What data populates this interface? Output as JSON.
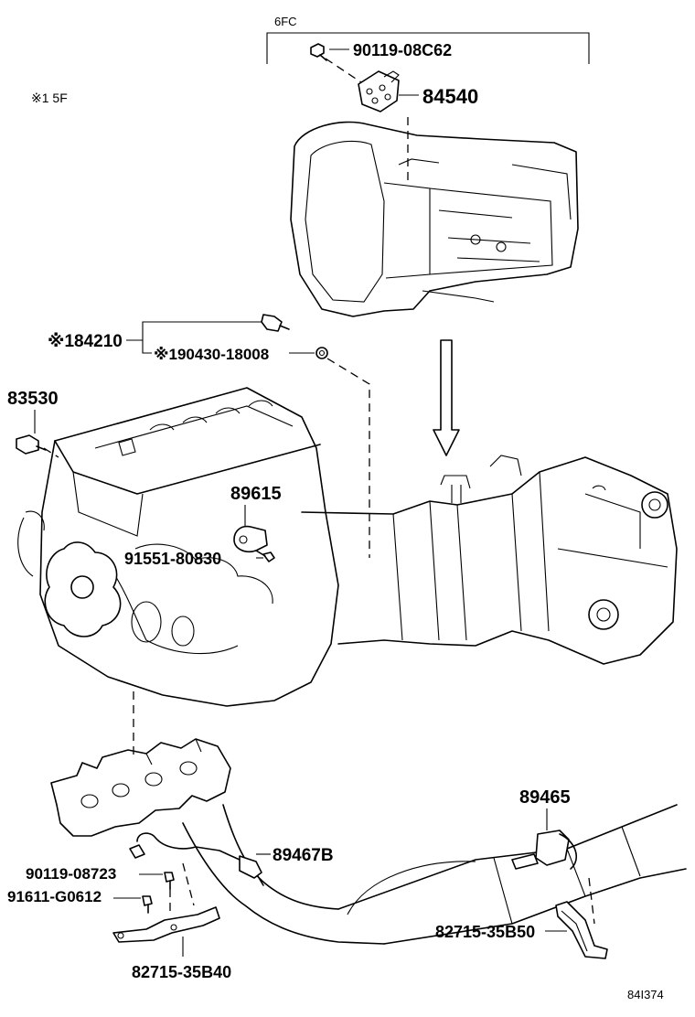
{
  "bracket_label": "6FC",
  "note_label": "※1 5F",
  "drawing_id": "84I374",
  "callouts": {
    "c90119_08c62": "90119-08C62",
    "c84540": "84540",
    "c84210": "※184210",
    "c90430_18008": "※190430-18008",
    "c83530": "83530",
    "c89615": "89615",
    "c91551_80830": "91551-80830",
    "c89465": "89465",
    "c89467b": "89467B",
    "c90119_08723": "90119-08723",
    "c91611_g0612": "91611-G0612",
    "c82715_35b50": "82715-35B50",
    "c82715_35b40": "82715-35B40"
  }
}
